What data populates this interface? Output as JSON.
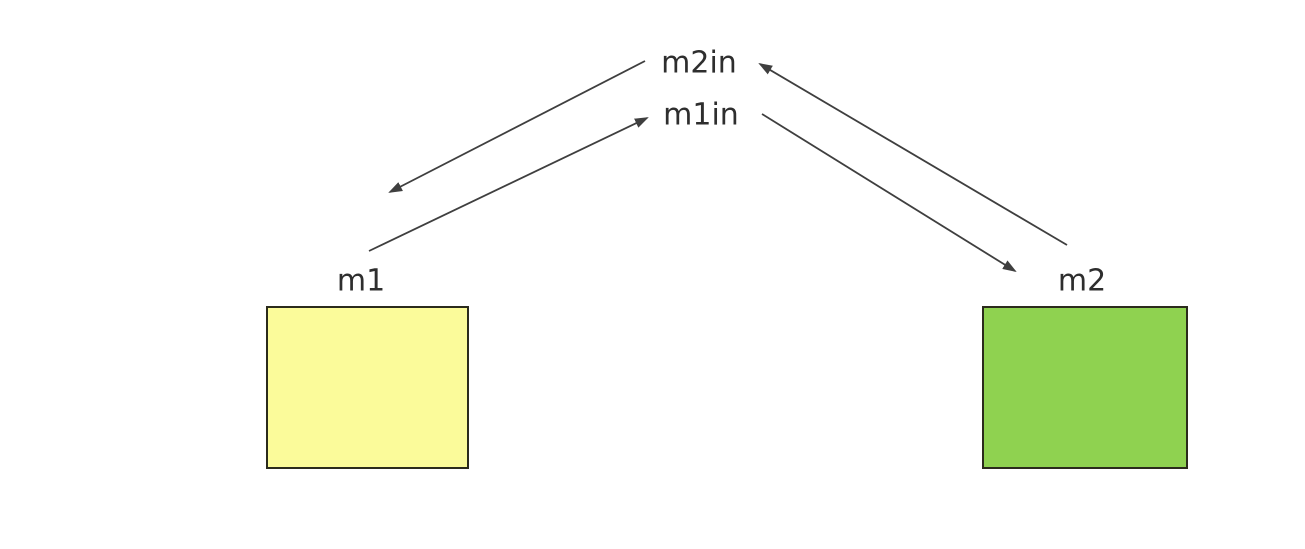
{
  "diagram": {
    "background_color": "#ffffff",
    "line_color": "#3f3f3f",
    "nodes": [
      {
        "id": "m1",
        "label": "m1",
        "fill": "#fbfb9a",
        "stroke": "#2b2b1c"
      },
      {
        "id": "m2",
        "label": "m2",
        "fill": "#8fd250",
        "stroke": "#2b2b1c"
      }
    ],
    "mailboxes": [
      {
        "id": "m2in",
        "label": "m2in"
      },
      {
        "id": "m1in",
        "label": "m1in"
      }
    ],
    "edges": [
      {
        "from": "m2in",
        "to": "m1"
      },
      {
        "from": "m1",
        "to": "m1in"
      },
      {
        "from": "m1in",
        "to": "m2"
      },
      {
        "from": "m2",
        "to": "m2in"
      }
    ]
  }
}
